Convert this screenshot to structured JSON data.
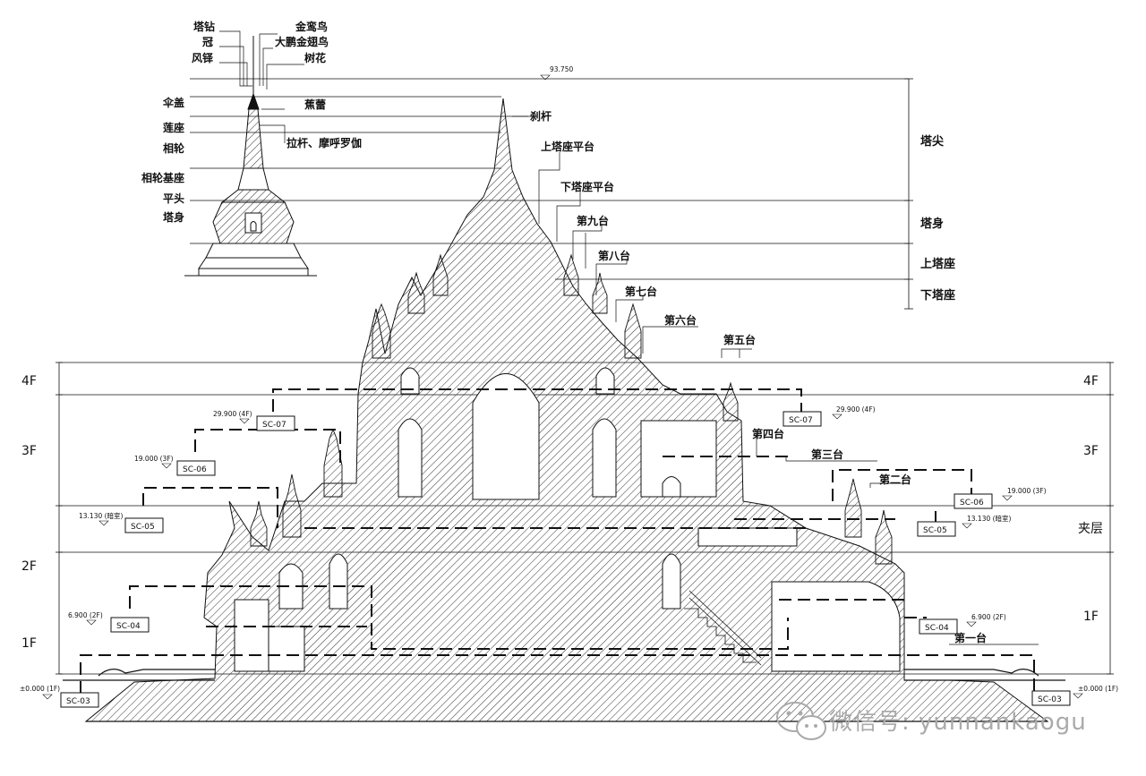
{
  "colors": {
    "line": "#111111",
    "hatch": "#333333",
    "watermark": "#aaaaaa",
    "background": "#ffffff"
  },
  "spire_parts": {
    "left": [
      "塔钻",
      "冠",
      "风铎",
      "伞盖",
      "莲座",
      "相轮",
      "相轮基座",
      "平头",
      "塔身"
    ],
    "right": [
      "金鸾鸟",
      "大鹏金翅鸟",
      "树花"
    ],
    "inner": [
      "蕉蕾",
      "拉杆、摩呼罗伽"
    ]
  },
  "top_elevation": "93.750",
  "terraces": {
    "spire_rod": "刹杆",
    "upper_platform": "上塔座平台",
    "lower_platform": "下塔座平台",
    "t9": "第九台",
    "t8": "第八台",
    "t7": "第七台",
    "t6": "第六台",
    "t5": "第五台",
    "t4": "第四台",
    "t3": "第三台",
    "t2": "第二台",
    "t1": "第一台"
  },
  "zones": [
    "塔尖",
    "塔身",
    "上塔座",
    "下塔座"
  ],
  "floors_left": [
    "4F",
    "3F",
    "2F",
    "1F"
  ],
  "floors_right": [
    "4F",
    "3F",
    "夹层",
    "1F"
  ],
  "sections_left": [
    {
      "tag": "SC-07",
      "level": "29.900 (4F)"
    },
    {
      "tag": "SC-06",
      "level": "19.000 (3F)"
    },
    {
      "tag": "SC-05",
      "level": "13.130 (暗室)"
    },
    {
      "tag": "SC-04",
      "level": "6.900 (2F)"
    },
    {
      "tag": "SC-03",
      "level": "±0.000 (1F)"
    }
  ],
  "sections_right": [
    {
      "tag": "SC-07",
      "level": "29.900 (4F)"
    },
    {
      "tag": "SC-06",
      "level": "19.000 (3F)"
    },
    {
      "tag": "SC-05",
      "level": "13.130 (暗室)"
    },
    {
      "tag": "SC-04",
      "level": "6.900 (2F)"
    },
    {
      "tag": "SC-03",
      "level": "±0.000 (1F)"
    }
  ],
  "watermark": "微信号: yunnankaogu",
  "watermark_icon": "wechat-icon"
}
